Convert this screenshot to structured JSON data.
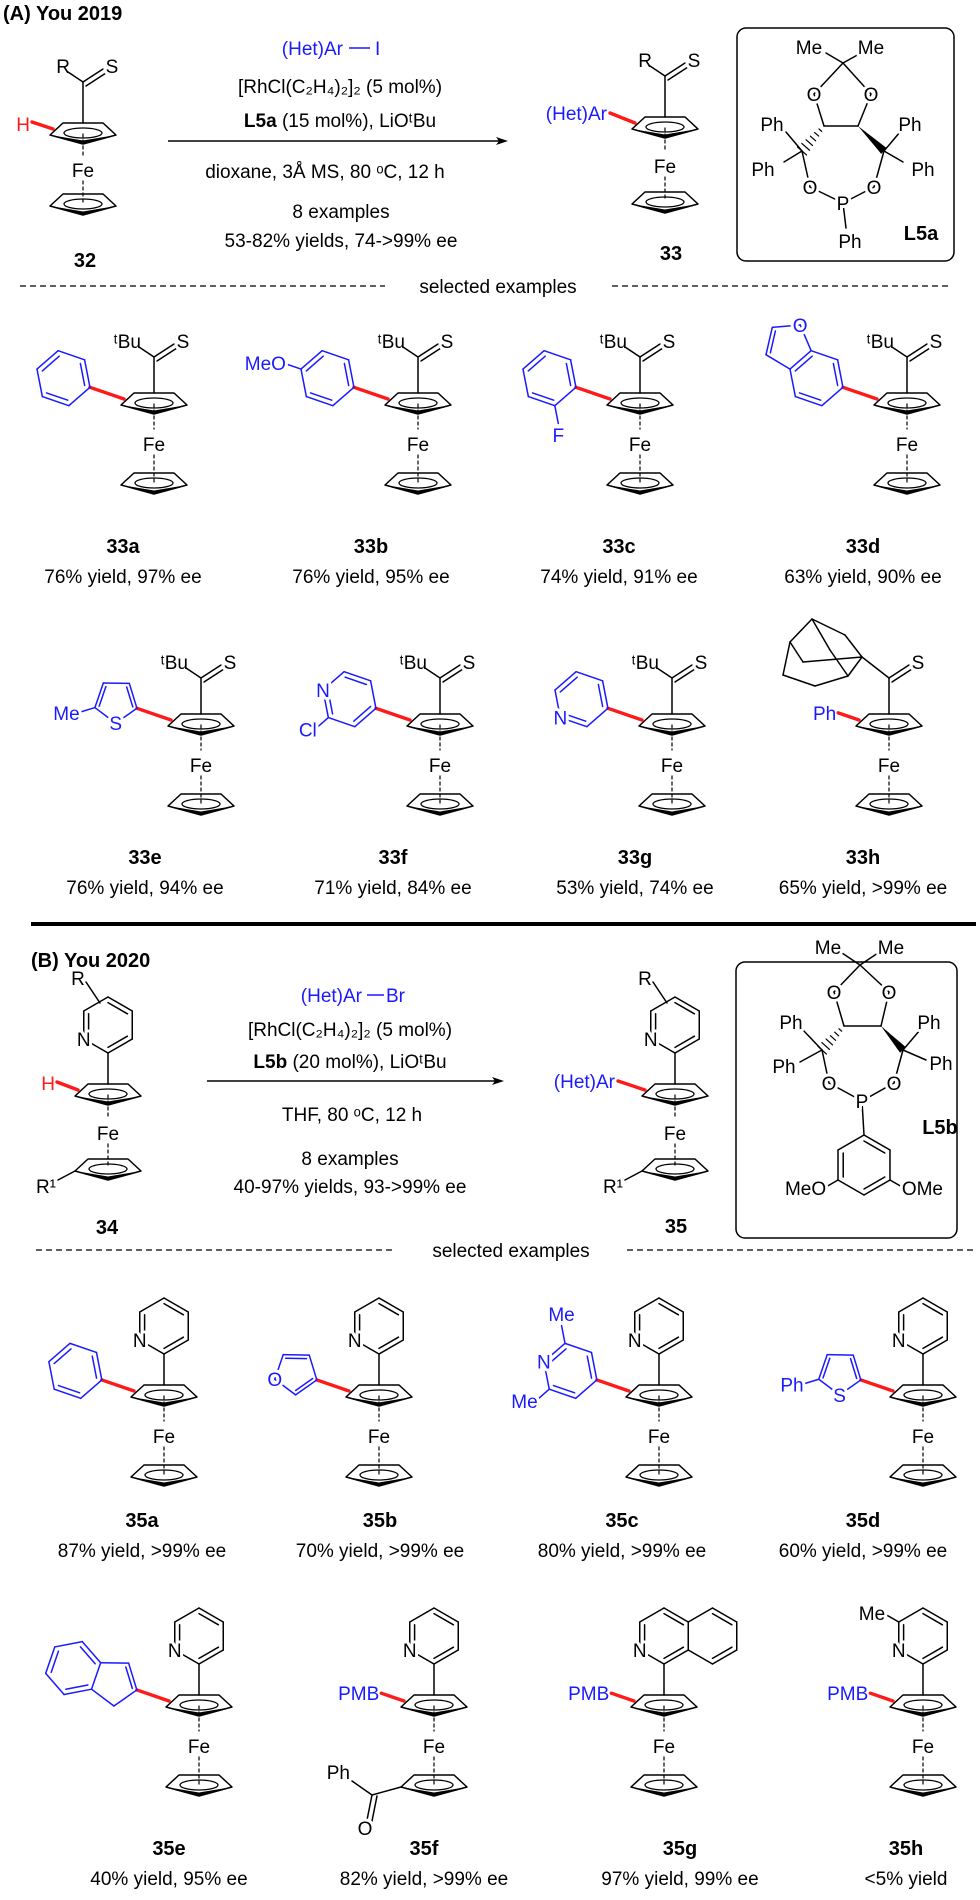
{
  "colors": {
    "aryl": "#1a1aff",
    "bond_formed": "#ff1a1a",
    "text": "#000000"
  },
  "atoms": {
    "Fe": "Fe",
    "S": "S",
    "tBu": "ᵗBu",
    "R": "R",
    "R1": "R¹",
    "H": "H",
    "HetAr": "(Het)Ar",
    "N": "N",
    "O": "O",
    "Me": "Me",
    "MeO": "MeO",
    "OMe": "OMe",
    "F": "F",
    "Cl": "Cl",
    "Ph": "Ph",
    "P": "P",
    "PMB": "PMB"
  },
  "sectionA": {
    "title": "(A) You 2019",
    "reagent_group": "(Het)Ar",
    "reagent_halide": "I",
    "catalyst": "[RhCl(C₂H₄)₂]₂ (5 mol%)",
    "ligand": "L5a",
    "ligand_rest": " (15 mol%), LiOᵗBu",
    "conditions": "dioxane, 3Å MS, 80 ᵒC, 12 h",
    "examples": "8 examples",
    "range": "53-82% yields, 74->99% ee",
    "substrate_id": "32",
    "product_id": "33",
    "ligand_id": "L5a",
    "divider": "selected examples"
  },
  "sectionB": {
    "title": "(B) You 2020",
    "reagent_group": "(Het)Ar",
    "reagent_halide": "Br",
    "catalyst": "[RhCl(C₂H₄)₂]₂ (5 mol%)",
    "ligand": "L5b",
    "ligand_rest": " (20 mol%), LiOᵗBu",
    "conditions": "THF, 80 ᵒC, 12 h",
    "examples": "8 examples",
    "range": "40-97% yields, 93->99% ee",
    "substrate_id": "34",
    "product_id": "35",
    "ligand_id": "L5b",
    "divider": "selected examples"
  },
  "compounds": [
    {
      "id": "33a",
      "result": "76% yield, 97% ee"
    },
    {
      "id": "33b",
      "result": "76% yield, 95% ee"
    },
    {
      "id": "33c",
      "result": "74% yield, 91% ee"
    },
    {
      "id": "33d",
      "result": "63% yield, 90% ee"
    },
    {
      "id": "33e",
      "result": "76% yield, 94% ee"
    },
    {
      "id": "33f",
      "result": "71% yield, 84% ee"
    },
    {
      "id": "33g",
      "result": "53% yield, 74% ee"
    },
    {
      "id": "33h",
      "result": "65% yield, >99% ee"
    },
    {
      "id": "35a",
      "result": "87% yield, >99% ee"
    },
    {
      "id": "35b",
      "result": "70% yield, >99% ee"
    },
    {
      "id": "35c",
      "result": "80% yield, >99% ee"
    },
    {
      "id": "35d",
      "result": "60% yield, >99% ee"
    },
    {
      "id": "35e",
      "result": "40% yield, 95% ee"
    },
    {
      "id": "35f",
      "result": "82% yield, >99% ee"
    },
    {
      "id": "35g",
      "result": "97% yield, 99% ee"
    },
    {
      "id": "35h",
      "result": "<5% yield"
    }
  ]
}
